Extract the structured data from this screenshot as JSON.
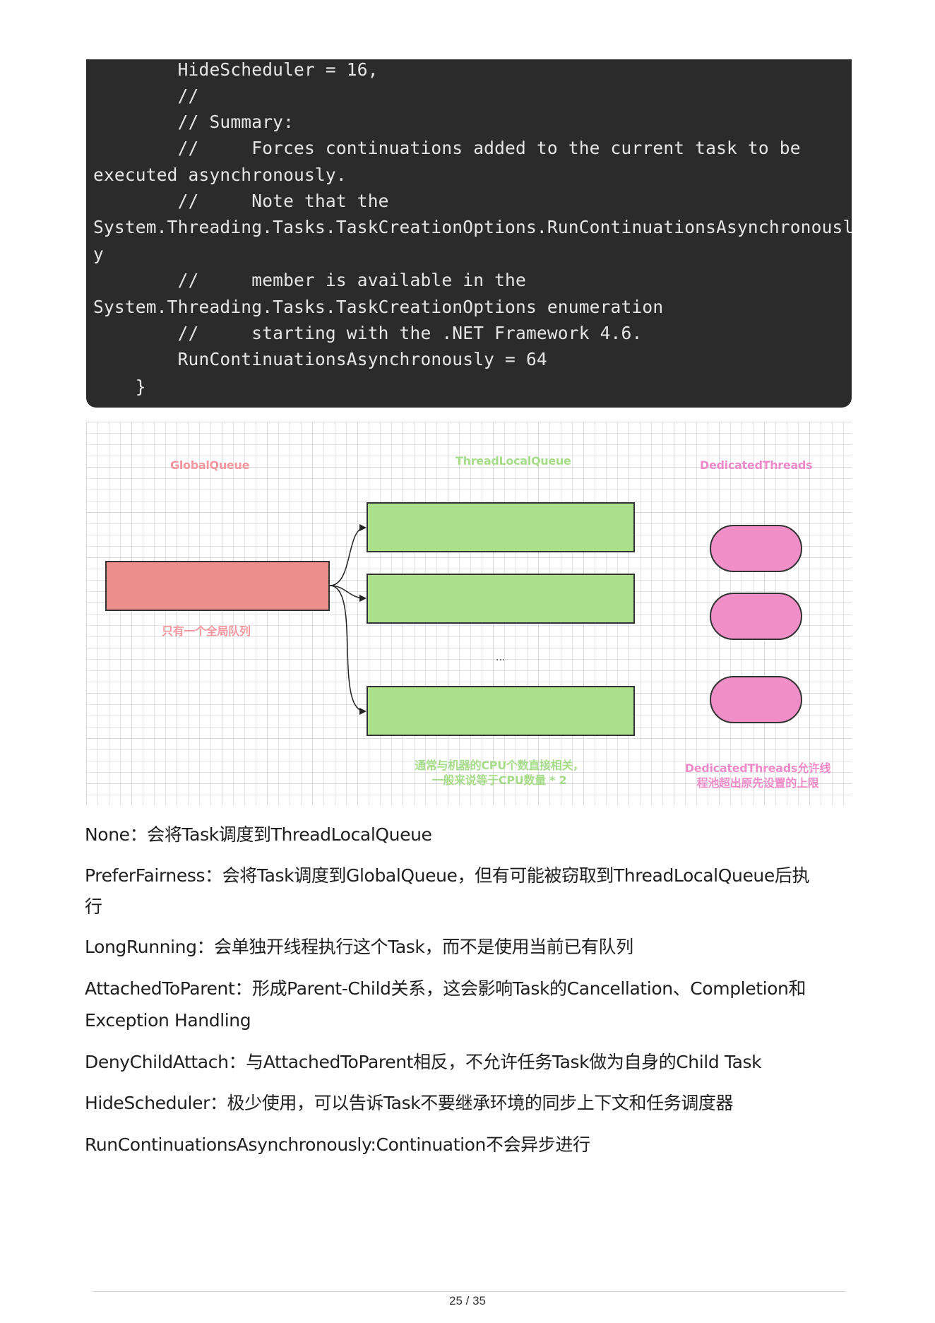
{
  "code": {
    "lines": [
      "        HideScheduler = 16,",
      "        //",
      "        // Summary:",
      "        //     Forces continuations added to the current task to be",
      "executed asynchronously.",
      "        //     Note that the",
      "System.Threading.Tasks.TaskCreationOptions.RunContinuationsAsynchronousl",
      "y",
      "        //     member is available in the",
      "System.Threading.Tasks.TaskCreationOptions enumeration",
      "        //     starting with the .NET Framework 4.6.",
      "        RunContinuationsAsynchronously = 64",
      "    }"
    ]
  },
  "diagram": {
    "global_queue_title": "GlobalQueue",
    "thread_local_queue_title": "ThreadLocalQueue",
    "dedicated_threads_title": "DedicatedThreads",
    "global_queue_note": "只有一个全局队列",
    "ellipsis": "...",
    "thread_local_note_line1": "通常与机器的CPU个数直接相关，",
    "thread_local_note_line2": "一般来说等于CPU数量 * 2",
    "dedicated_note_line1": "DedicatedThreads允许线",
    "dedicated_note_line2": "程池超出原先设置的上限",
    "colors": {
      "global_queue": "#ee8f8e",
      "thread_local_queue": "#acdf89",
      "dedicated_threads": "#ef8ec7",
      "pink_label": "#f4969e",
      "green_label": "#a6dc8a",
      "magenta_label": "#ef8ac8"
    }
  },
  "paragraphs": [
    "None：会将Task调度到ThreadLocalQueue",
    "PreferFairness：会将Task调度到GlobalQueue，但有可能被窃取到ThreadLocalQueue后执",
    "行",
    "LongRunning：会单独开线程执行这个Task，而不是使用当前已有队列",
    "AttachedToParent：形成Parent-Child关系，这会影响Task的Cancellation、Completion和",
    "Exception Handling",
    "DenyChildAttach：与AttachedToParent相反，不允许任务Task做为自身的Child Task",
    "HideScheduler：极少使用，可以告诉Task不要继承环境的同步上下文和任务调度器",
    "RunContinuationsAsynchronously:Continuation不会异步进行"
  ],
  "footer": {
    "page_number": "25 / 35"
  }
}
